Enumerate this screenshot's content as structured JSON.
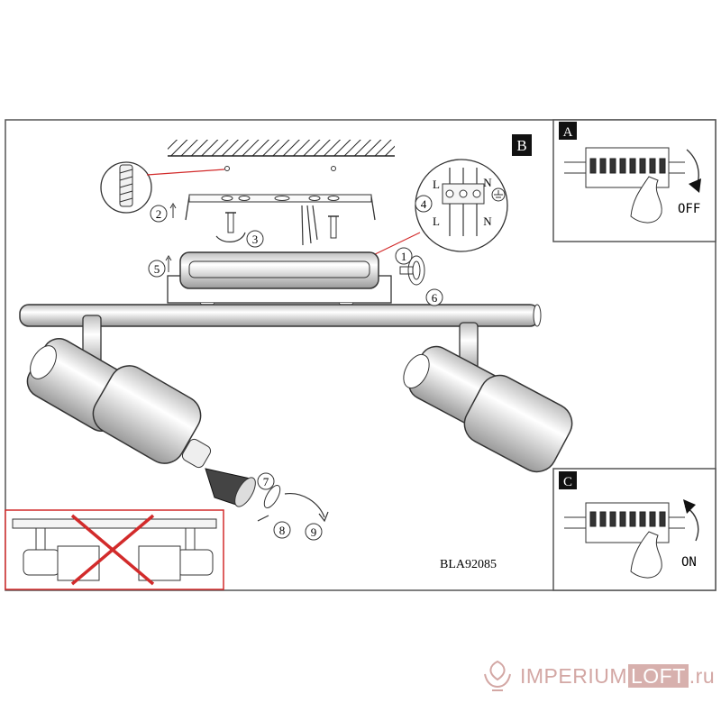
{
  "panel_labels": {
    "a": "A",
    "b": "B",
    "c": "C"
  },
  "switch_states": {
    "off": "OFF",
    "on": "ON"
  },
  "steps": [
    "1",
    "2",
    "3",
    "4",
    "5",
    "6",
    "7",
    "8",
    "9"
  ],
  "terminal": {
    "live_top": "L",
    "neutral_top": "N",
    "live_bottom": "L",
    "neutral_bottom": "N"
  },
  "model_code": "BLA92085",
  "watermark": {
    "part1": "IMPERIUM",
    "part2": "LOFT",
    "part3": ".ru"
  },
  "colors": {
    "frame": "#555555",
    "accent_red": "#d22b2b",
    "watermark": "#d3a7a4"
  },
  "icons": [
    "ground-icon",
    "screw-icon",
    "wall-plug-icon",
    "hand-icon",
    "rotate-arrow-icon",
    "gu10-bulb-icon",
    "watermark-logo-icon"
  ]
}
